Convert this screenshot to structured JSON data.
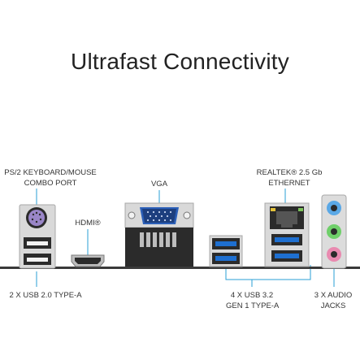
{
  "header": {
    "title": "Ultrafast Connectivity"
  },
  "labels": {
    "ps2_line1": "PS/2 KEYBOARD/MOUSE",
    "ps2_line2": "COMBO PORT",
    "vga": "VGA",
    "hdmi": "HDMI®",
    "ethernet_line1": "REALTEK® 2.5 Gb",
    "ethernet_line2": "ETHERNET",
    "usb2": "2 X USB 2.0 TYPE-A",
    "usb32_line1": "4 X USB 3.2",
    "usb32_line2": "GEN 1 TYPE-A",
    "audio_line1": "3 X AUDIO",
    "audio_line2": "JACKS"
  },
  "colors": {
    "usb3_blue": "#1e6fd0",
    "audio_blue": "#5aa8e6",
    "audio_green": "#6fcf6a",
    "audio_pink": "#e98ab0",
    "ps2_purple": "#9a86c8",
    "line": "#2a9fd6",
    "io_shield": "#d9d9d9",
    "pcb": "#3a3a3a"
  }
}
